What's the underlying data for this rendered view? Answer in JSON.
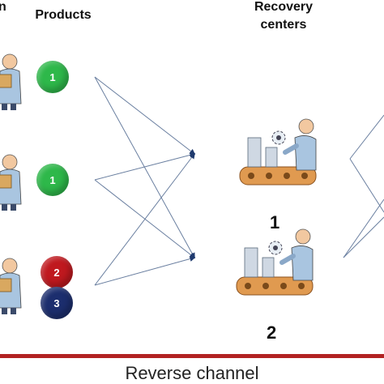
{
  "header": {
    "left_fragment": "n",
    "products": "Products",
    "recovery_line1": "Recovery",
    "recovery_line2": "centers"
  },
  "products": [
    {
      "label": "1",
      "color": "#2eb84a"
    },
    {
      "label": "1",
      "color": "#2eb84a"
    },
    {
      "label": "2",
      "color": "#c0191f"
    },
    {
      "label": "3",
      "color": "#1c2e6e"
    }
  ],
  "recovery_centers": [
    {
      "label": "1",
      "icon": "factory-worker-icon"
    },
    {
      "label": "2",
      "icon": "factory-worker-icon"
    }
  ],
  "customers": [
    {
      "icon": "person-with-box-icon"
    },
    {
      "icon": "person-with-box-icon"
    },
    {
      "icon": "person-with-box-icon"
    }
  ],
  "footer": {
    "label": "Reverse channel"
  },
  "colors": {
    "line": "#6a7fa0",
    "arrowhead": "#1f3a6e",
    "channel_bar": "#b22222"
  }
}
